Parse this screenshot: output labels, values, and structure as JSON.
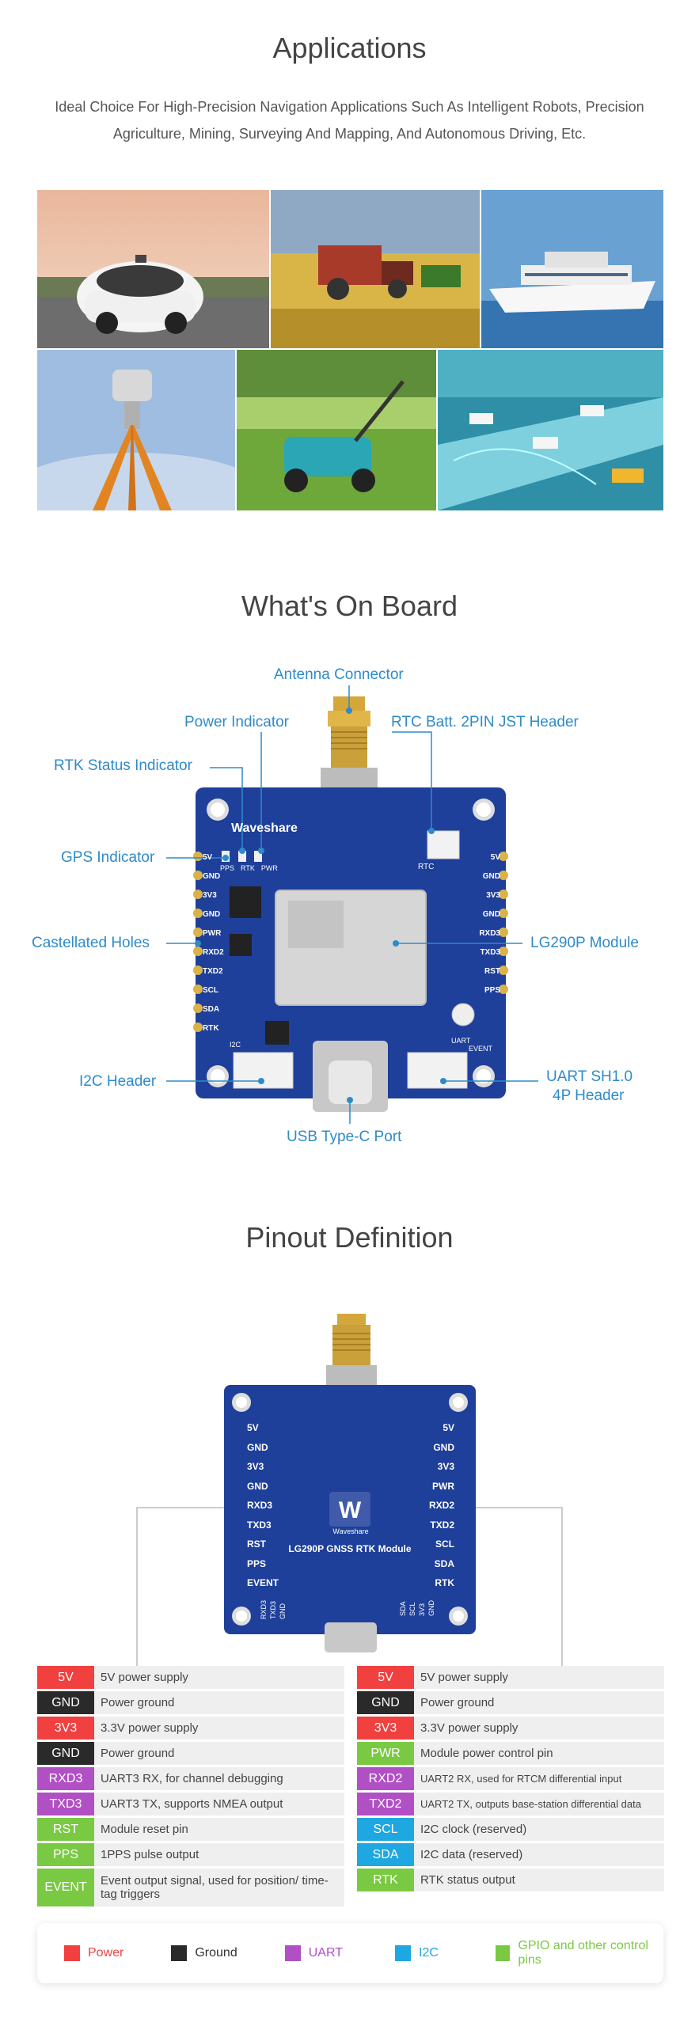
{
  "applications": {
    "title": "Applications",
    "description": "Ideal Choice For High-Precision Navigation Applications Such As Intelligent Robots, Precision Agriculture, Mining, Surveying And Mapping, And Autonomous Driving, Etc."
  },
  "onboard": {
    "title": "What's On Board",
    "board_brand": "Waveshare",
    "rtc_label": "RTC",
    "callouts": {
      "antenna": "Antenna Connector",
      "power_indicator": "Power Indicator",
      "rtc_header": "RTC Batt. 2PIN JST Header",
      "rtk_status": "RTK Status Indicator",
      "gps_indicator": "GPS Indicator",
      "castellated": "Castellated Holes",
      "module": "LG290P Module",
      "i2c_header": "I2C Header",
      "uart_header_1": "UART SH1.0",
      "uart_header_2": "4P Header",
      "usb": "USB Type-C Port"
    },
    "left_pins": [
      "5V",
      "GND",
      "3V3",
      "GND",
      "PWR",
      "RXD2",
      "TXD2",
      "SCL",
      "SDA",
      "RTK"
    ],
    "right_pins": [
      "5V",
      "GND",
      "3V3",
      "GND",
      "RXD3",
      "TXD3",
      "RST",
      "PPS"
    ],
    "led_labels": [
      "PPS",
      "RTK",
      "PWR"
    ],
    "connector_labels": [
      "I2C",
      "UART",
      "EVENT"
    ]
  },
  "pinout": {
    "title": "Pinout Definition",
    "board_brand": "Waveshare",
    "board_title": "LG290P GNSS RTK Module",
    "left_pins": [
      "5V",
      "GND",
      "3V3",
      "GND",
      "RXD3",
      "TXD3",
      "RST",
      "PPS",
      "EVENT"
    ],
    "right_pins": [
      "5V",
      "GND",
      "3V3",
      "PWR",
      "RXD2",
      "TXD2",
      "SCL",
      "SDA",
      "RTK"
    ],
    "bottom_left_pins": [
      "GND",
      "TXD3",
      "RXD3"
    ],
    "bottom_right_pins": [
      "GND",
      "3V3",
      "SCL",
      "SDA"
    ],
    "left_table": [
      {
        "tag": "5V",
        "desc": "5V power supply",
        "color": "#f04040"
      },
      {
        "tag": "GND",
        "desc": "Power ground",
        "color": "#2a2a2a"
      },
      {
        "tag": "3V3",
        "desc": "3.3V power supply",
        "color": "#f04040"
      },
      {
        "tag": "GND",
        "desc": "Power ground",
        "color": "#2a2a2a"
      },
      {
        "tag": "RXD3",
        "desc": "UART3 RX, for channel debugging",
        "color": "#b14fc5"
      },
      {
        "tag": "TXD3",
        "desc": "UART3 TX, supports NMEA output",
        "color": "#b14fc5"
      },
      {
        "tag": "RST",
        "desc": "Module reset pin",
        "color": "#7ac943"
      },
      {
        "tag": "PPS",
        "desc": "1PPS pulse output",
        "color": "#7ac943"
      },
      {
        "tag": "EVENT",
        "desc": "Event output signal, used for position/ time-tag triggers",
        "color": "#7ac943"
      }
    ],
    "right_table": [
      {
        "tag": "5V",
        "desc": "5V power supply",
        "color": "#f04040"
      },
      {
        "tag": "GND",
        "desc": "Power ground",
        "color": "#2a2a2a"
      },
      {
        "tag": "3V3",
        "desc": "3.3V power supply",
        "color": "#f04040"
      },
      {
        "tag": "PWR",
        "desc": "Module power control pin",
        "color": "#7ac943"
      },
      {
        "tag": "RXD2",
        "desc": "UART2 RX, used for RTCM differential input",
        "color": "#b14fc5"
      },
      {
        "tag": "TXD2",
        "desc": "UART2 TX, outputs base-station differential data",
        "color": "#b14fc5"
      },
      {
        "tag": "SCL",
        "desc": "I2C clock (reserved)",
        "color": "#1ea7e1"
      },
      {
        "tag": "SDA",
        "desc": "I2C data (reserved)",
        "color": "#1ea7e1"
      },
      {
        "tag": "RTK",
        "desc": "RTK status output",
        "color": "#7ac943"
      }
    ],
    "legend": [
      {
        "label": "Power",
        "color": "#f04040"
      },
      {
        "label": "Ground",
        "color": "#2a2a2a"
      },
      {
        "label": "UART",
        "color": "#b14fc5"
      },
      {
        "label": "I2C",
        "color": "#1ea7e1"
      },
      {
        "label": "GPIO and other control pins",
        "color": "#7ac943"
      }
    ]
  }
}
